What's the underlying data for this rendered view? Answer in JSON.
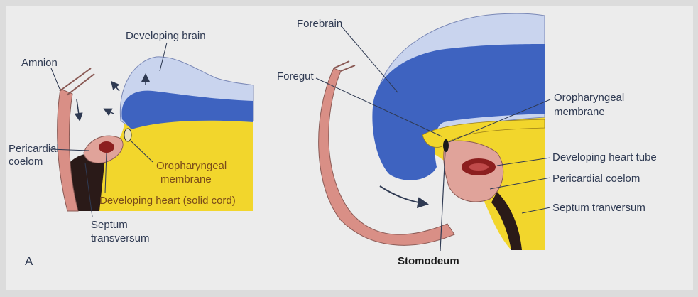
{
  "colors": {
    "background": "#dcdcdc",
    "panel": "#ececec",
    "yellow": "#f2d62c",
    "blue": "#3e63c0",
    "light_blue": "#c9d4ee",
    "pink": "#d98f86",
    "dark": "#2a1a18",
    "red": "#8c1f1f",
    "text": "#2f3a52"
  },
  "panel_a": {
    "letter": "A",
    "labels": {
      "developing_brain": "Developing brain",
      "amnion": "Amnion",
      "pericardial_coelom_line1": "Pericardial",
      "pericardial_coelom_line2": "coelom",
      "oropharyngeal_line1": "Oropharyngeal",
      "oropharyngeal_line2": "membrane",
      "developing_heart": "Developing heart (solid cord)",
      "septum_line1": "Septum",
      "septum_line2": "transversum"
    }
  },
  "panel_b": {
    "labels": {
      "forebrain": "Forebrain",
      "foregut": "Foregut",
      "oropharyngeal_line1": "Oropharyngeal",
      "oropharyngeal_line2": "membrane",
      "developing_heart_tube": "Developing heart tube",
      "pericardial_coelom": "Pericardial coelom",
      "septum_tranversum": "Septum tranversum",
      "stomodeum": "Stomodeum"
    }
  }
}
